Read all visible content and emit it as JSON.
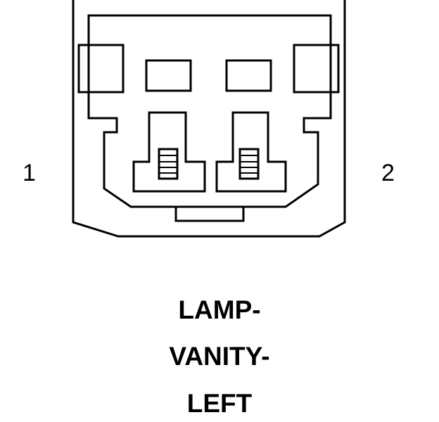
{
  "connector": {
    "pins": [
      {
        "number": "1"
      },
      {
        "number": "2"
      }
    ],
    "caption_lines": [
      "LAMP-",
      "VANITY-",
      "LEFT"
    ]
  },
  "colors": {
    "line": "#000000",
    "background": "#ffffff"
  }
}
